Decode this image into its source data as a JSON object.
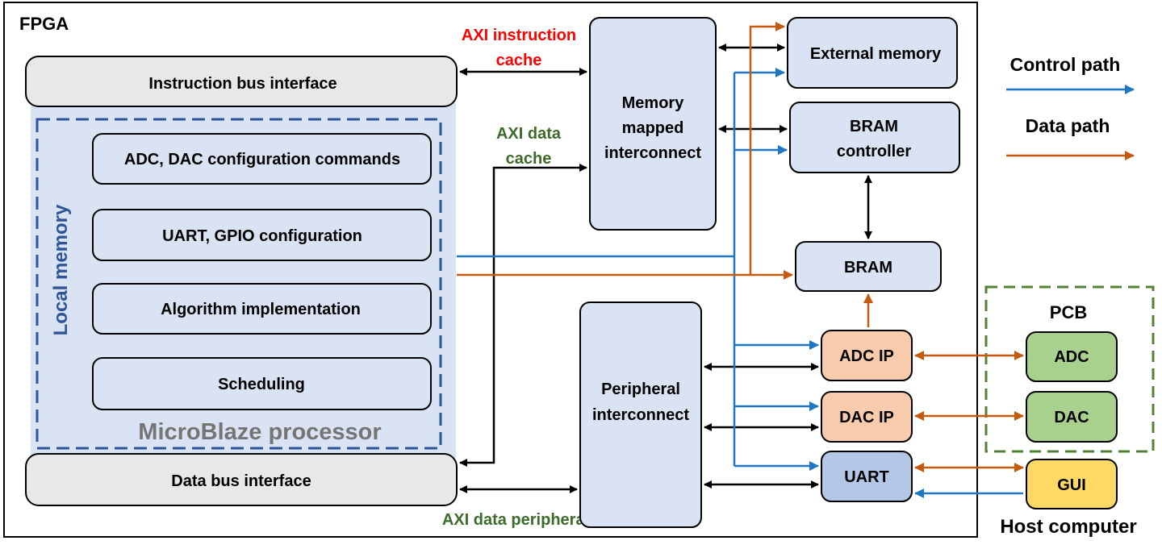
{
  "fpga_label": "FPGA",
  "processor": {
    "instruction_bus": "Instruction bus interface",
    "data_bus": "Data bus interface",
    "local_memory_label": "Local memory",
    "processor_label": "MicroBlaze processor",
    "tasks": [
      "ADC, DAC configuration commands",
      "UART, GPIO configuration",
      "Algorithm implementation",
      "Scheduling"
    ]
  },
  "bus_labels": {
    "instruction_cache": [
      "AXI instruction",
      "cache"
    ],
    "data_cache": [
      "AXI data",
      "cache"
    ],
    "data_peripheral": "AXI data peripheral"
  },
  "blocks": {
    "memory_interconnect": [
      "Memory",
      "mapped",
      "interconnect"
    ],
    "peripheral_interconnect": [
      "Peripheral",
      "interconnect"
    ],
    "external_memory": "External memory",
    "bram_controller": [
      "BRAM",
      "controller"
    ],
    "bram": "BRAM",
    "adc_ip": "ADC IP",
    "dac_ip": "DAC IP",
    "uart": "UART"
  },
  "pcb": {
    "label": "PCB",
    "adc": "ADC",
    "dac": "DAC"
  },
  "host": {
    "gui": "GUI",
    "label": "Host computer"
  },
  "legend": {
    "control_path": "Control path",
    "data_path": "Data path"
  },
  "colors": {
    "control": "#1f77c4",
    "data": "#c55a11",
    "block_fill": "#dae3f3",
    "bus_fill": "#e8e8e8",
    "ip_fill": "#f8cbad",
    "uart_fill": "#b4c7e7",
    "pcb_fill": "#a9d18e",
    "gui_fill": "#ffd966",
    "instruction_label": "#ff0000",
    "axi_green_label": "#3d6b2a",
    "local_memory_color": "#2f5597",
    "pcb_border": "#548235"
  }
}
